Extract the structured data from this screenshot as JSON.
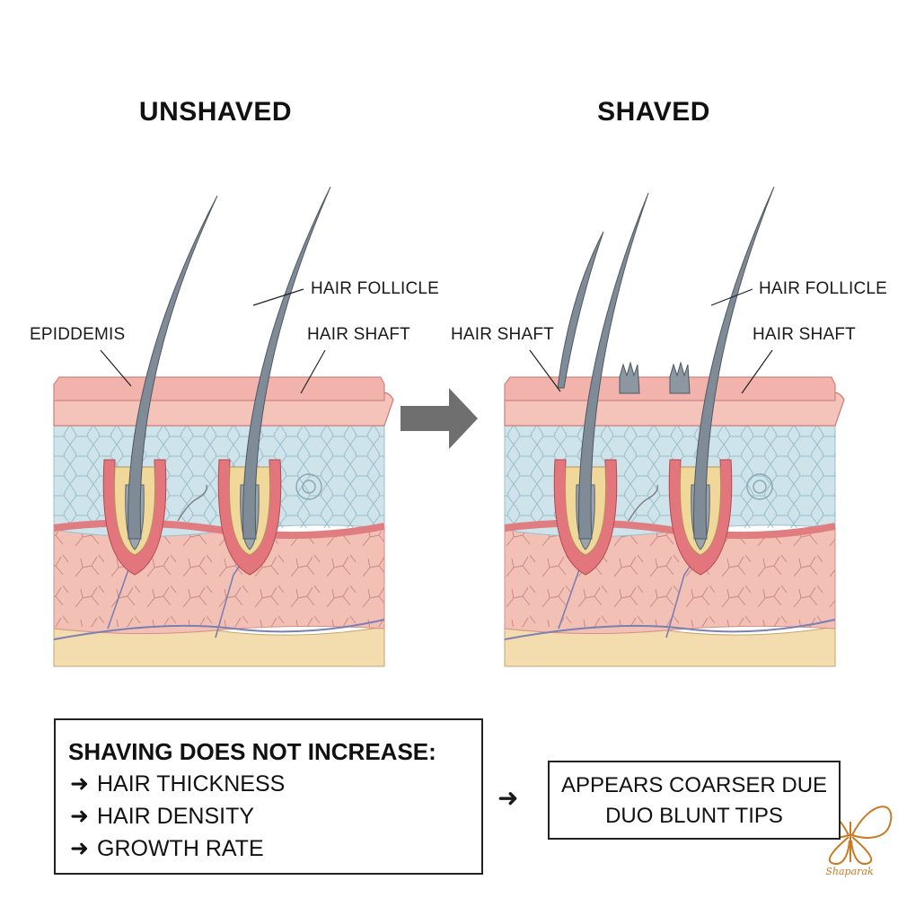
{
  "panels": {
    "left": {
      "title": "UNSHAVED",
      "labels": {
        "epidermis": "EPIDDEMIS",
        "hair_follicle": "HAIR FOLLICLE",
        "hair_shaft": "HAIR SHAFT"
      }
    },
    "right": {
      "title": "SHAVED",
      "labels": {
        "hair_shaft_left": "HAIR SHAFT",
        "hair_follicle": "HAIR FOLLICLE",
        "hair_shaft": "HAIR SHAFT"
      }
    }
  },
  "summary": {
    "heading": "SHAVING DOES NOT INCREASE:",
    "arrow_glyph": "➜",
    "items": [
      "HAIR THICKNESS",
      "HAIR DENSITY",
      "GROWTH RATE"
    ]
  },
  "conclusion": {
    "arrow_glyph": "➜",
    "lines": [
      "APPEARS COARSER DUE",
      "DUO BLUNT TIPS"
    ]
  },
  "watermark": {
    "text": "Shaparak",
    "color": "#c97a25"
  },
  "colors": {
    "epidermis": "#f2b3ac",
    "dermis_blue": "#cfe3ea",
    "dermis_pink": "#f3c0b6",
    "fat": "#f3dcae",
    "follicle_sheath": "#f0d79a",
    "follicle_outer": "#e3767c",
    "hair": "#7f8b96",
    "arrow": "#6f6f6f"
  }
}
